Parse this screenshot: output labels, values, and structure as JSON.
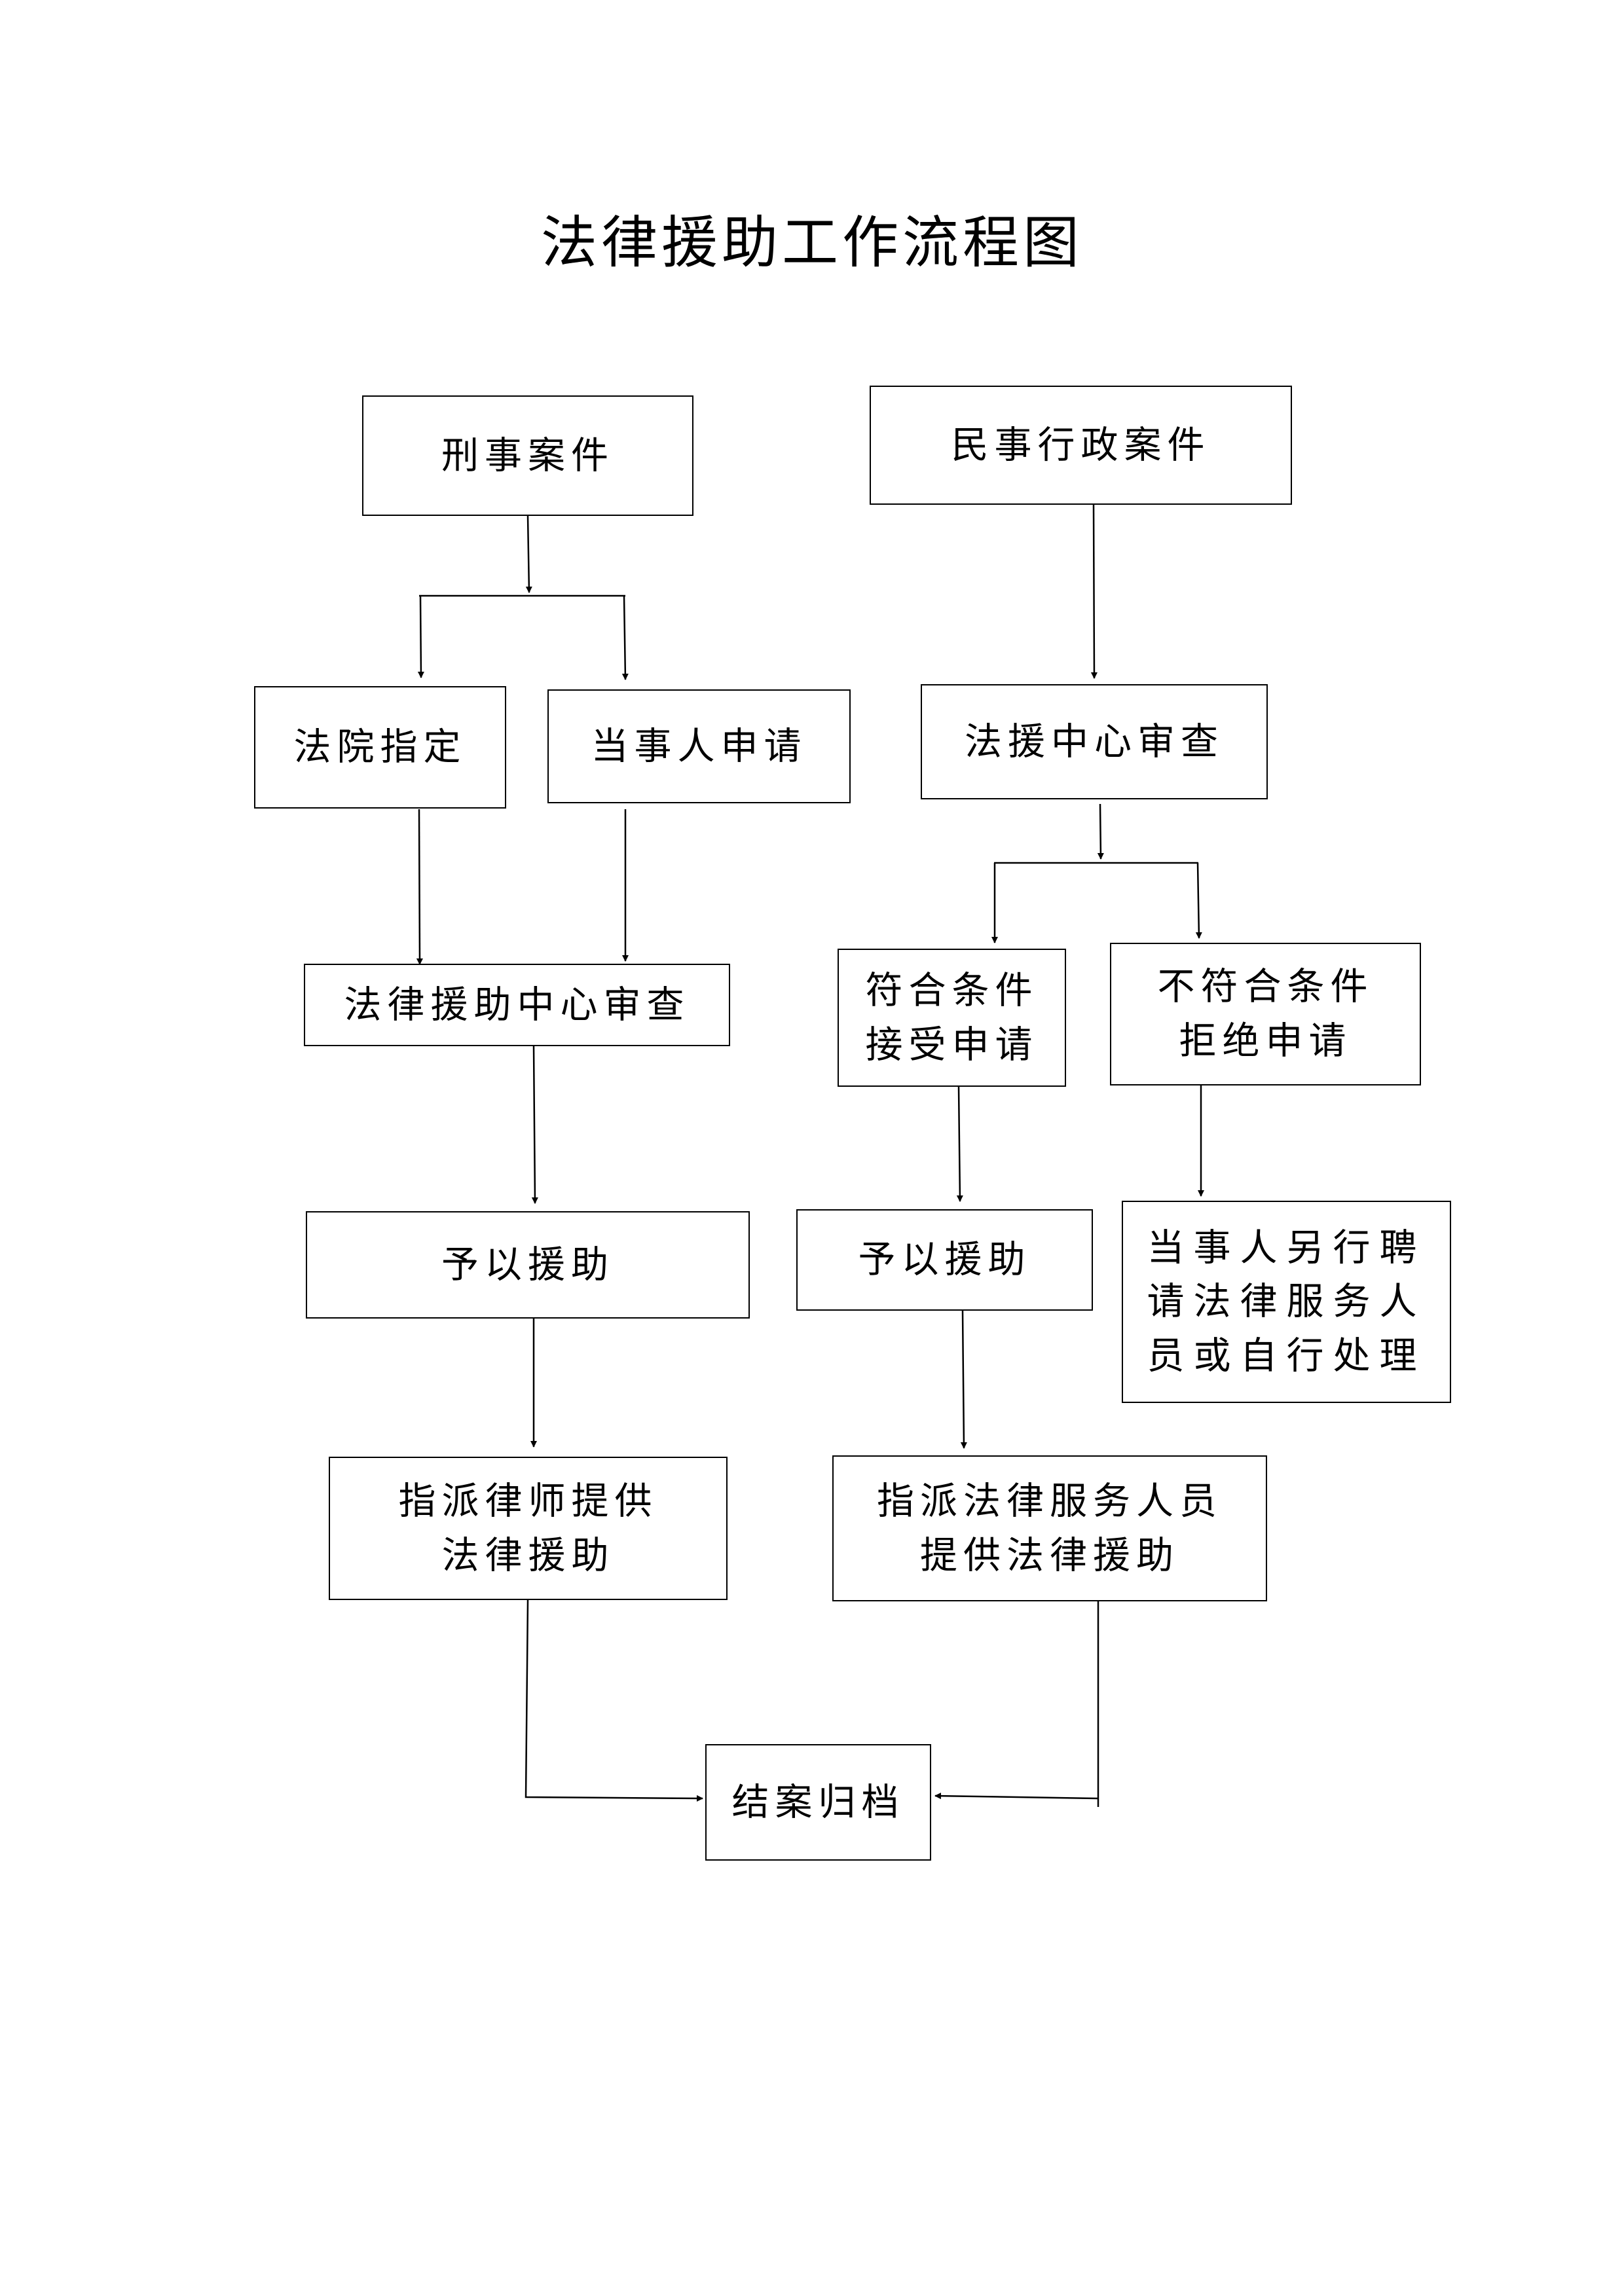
{
  "title": "法律援助工作流程图",
  "nodes": {
    "criminal_case": "刑事案件",
    "civil_admin_case": "民事行政案件",
    "court_appointed": "法院指定",
    "party_application": "当事人申请",
    "center_review_right": "法援中心审查",
    "center_review_left": "法律援助中心审查",
    "meets_conditions": "符合条件\n接受申请",
    "not_meet_conditions": "不符合条件\n拒绝申请",
    "grant_aid_left": "予以援助",
    "grant_aid_right": "予以援助",
    "self_handle": "当事人另行聘\n请法律服务人\n员或自行处理",
    "assign_lawyer": "指派律师提供\n法律援助",
    "assign_staff": "指派法律服务人员\n提供法律援助",
    "close_archive": "结案归档"
  }
}
